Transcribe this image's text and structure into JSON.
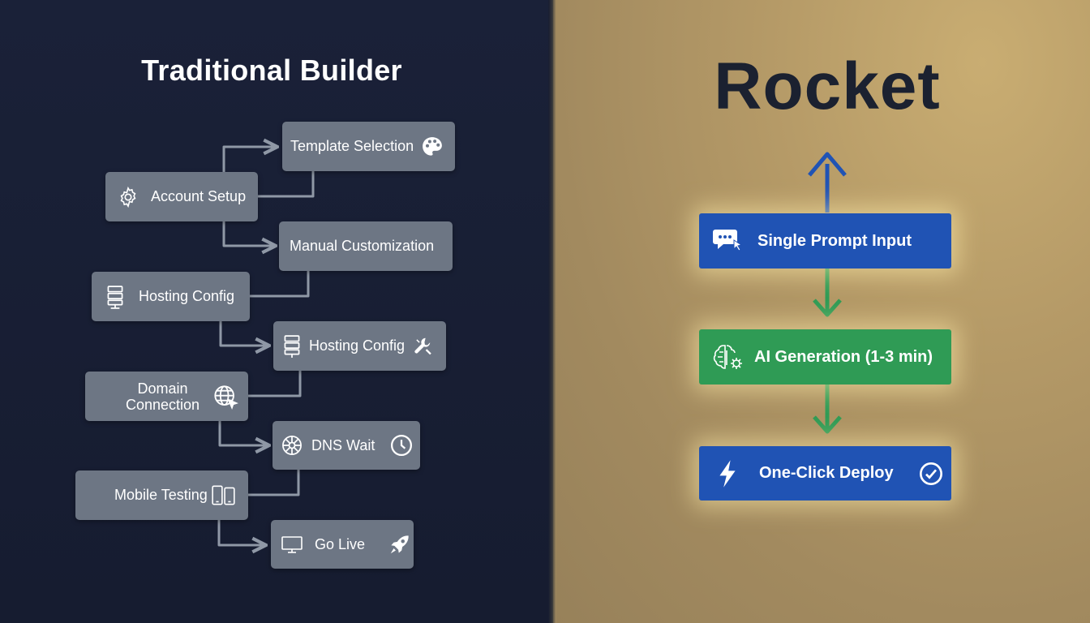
{
  "left_panel": {
    "title": "Traditional Builder",
    "steps": {
      "account_setup": "Account Setup",
      "template_selection": "Template Selection",
      "manual_customization": "Manual Customization",
      "hosting_config_1": "Hosting Config",
      "hosting_config_2": "Hosting Config",
      "domain_connection_line1": "Domain",
      "domain_connection_line2": "Connection",
      "dns_wait": "DNS Wait",
      "mobile_testing": "Mobile Testing",
      "go_live": "Go Live"
    }
  },
  "right_panel": {
    "title": "Rocket",
    "steps": {
      "single_prompt_input": "Single Prompt Input",
      "ai_generation": "AI Generation (1-3 min)",
      "one_click_deploy": "One-Click Deploy"
    }
  },
  "icons": {
    "account_setup": "gear-icon",
    "template_selection": "palette-icon",
    "hosting_config": "server-icon",
    "hosting_config_tools": "wrench-icon",
    "domain_connection": "globe-icon",
    "dns_wait": "network-icon",
    "dns_wait_clock": "clock-icon",
    "mobile_testing": "phone-icon",
    "go_live_monitor": "monitor-icon",
    "go_live_rocket": "rocket-icon",
    "single_prompt": "chat-icon",
    "ai_generation": "brain-gear-icon",
    "deploy": "lightning-icon",
    "deploy_check": "check-circle-icon"
  },
  "colors": {
    "left_bg": "#1a2138",
    "right_bg": "#b59a67",
    "node_gray": "#6d7684",
    "connector": "#8f98a6",
    "rocket_blue": "#2053b4",
    "rocket_green": "#2f9b55",
    "title_dark": "#1b2130"
  }
}
